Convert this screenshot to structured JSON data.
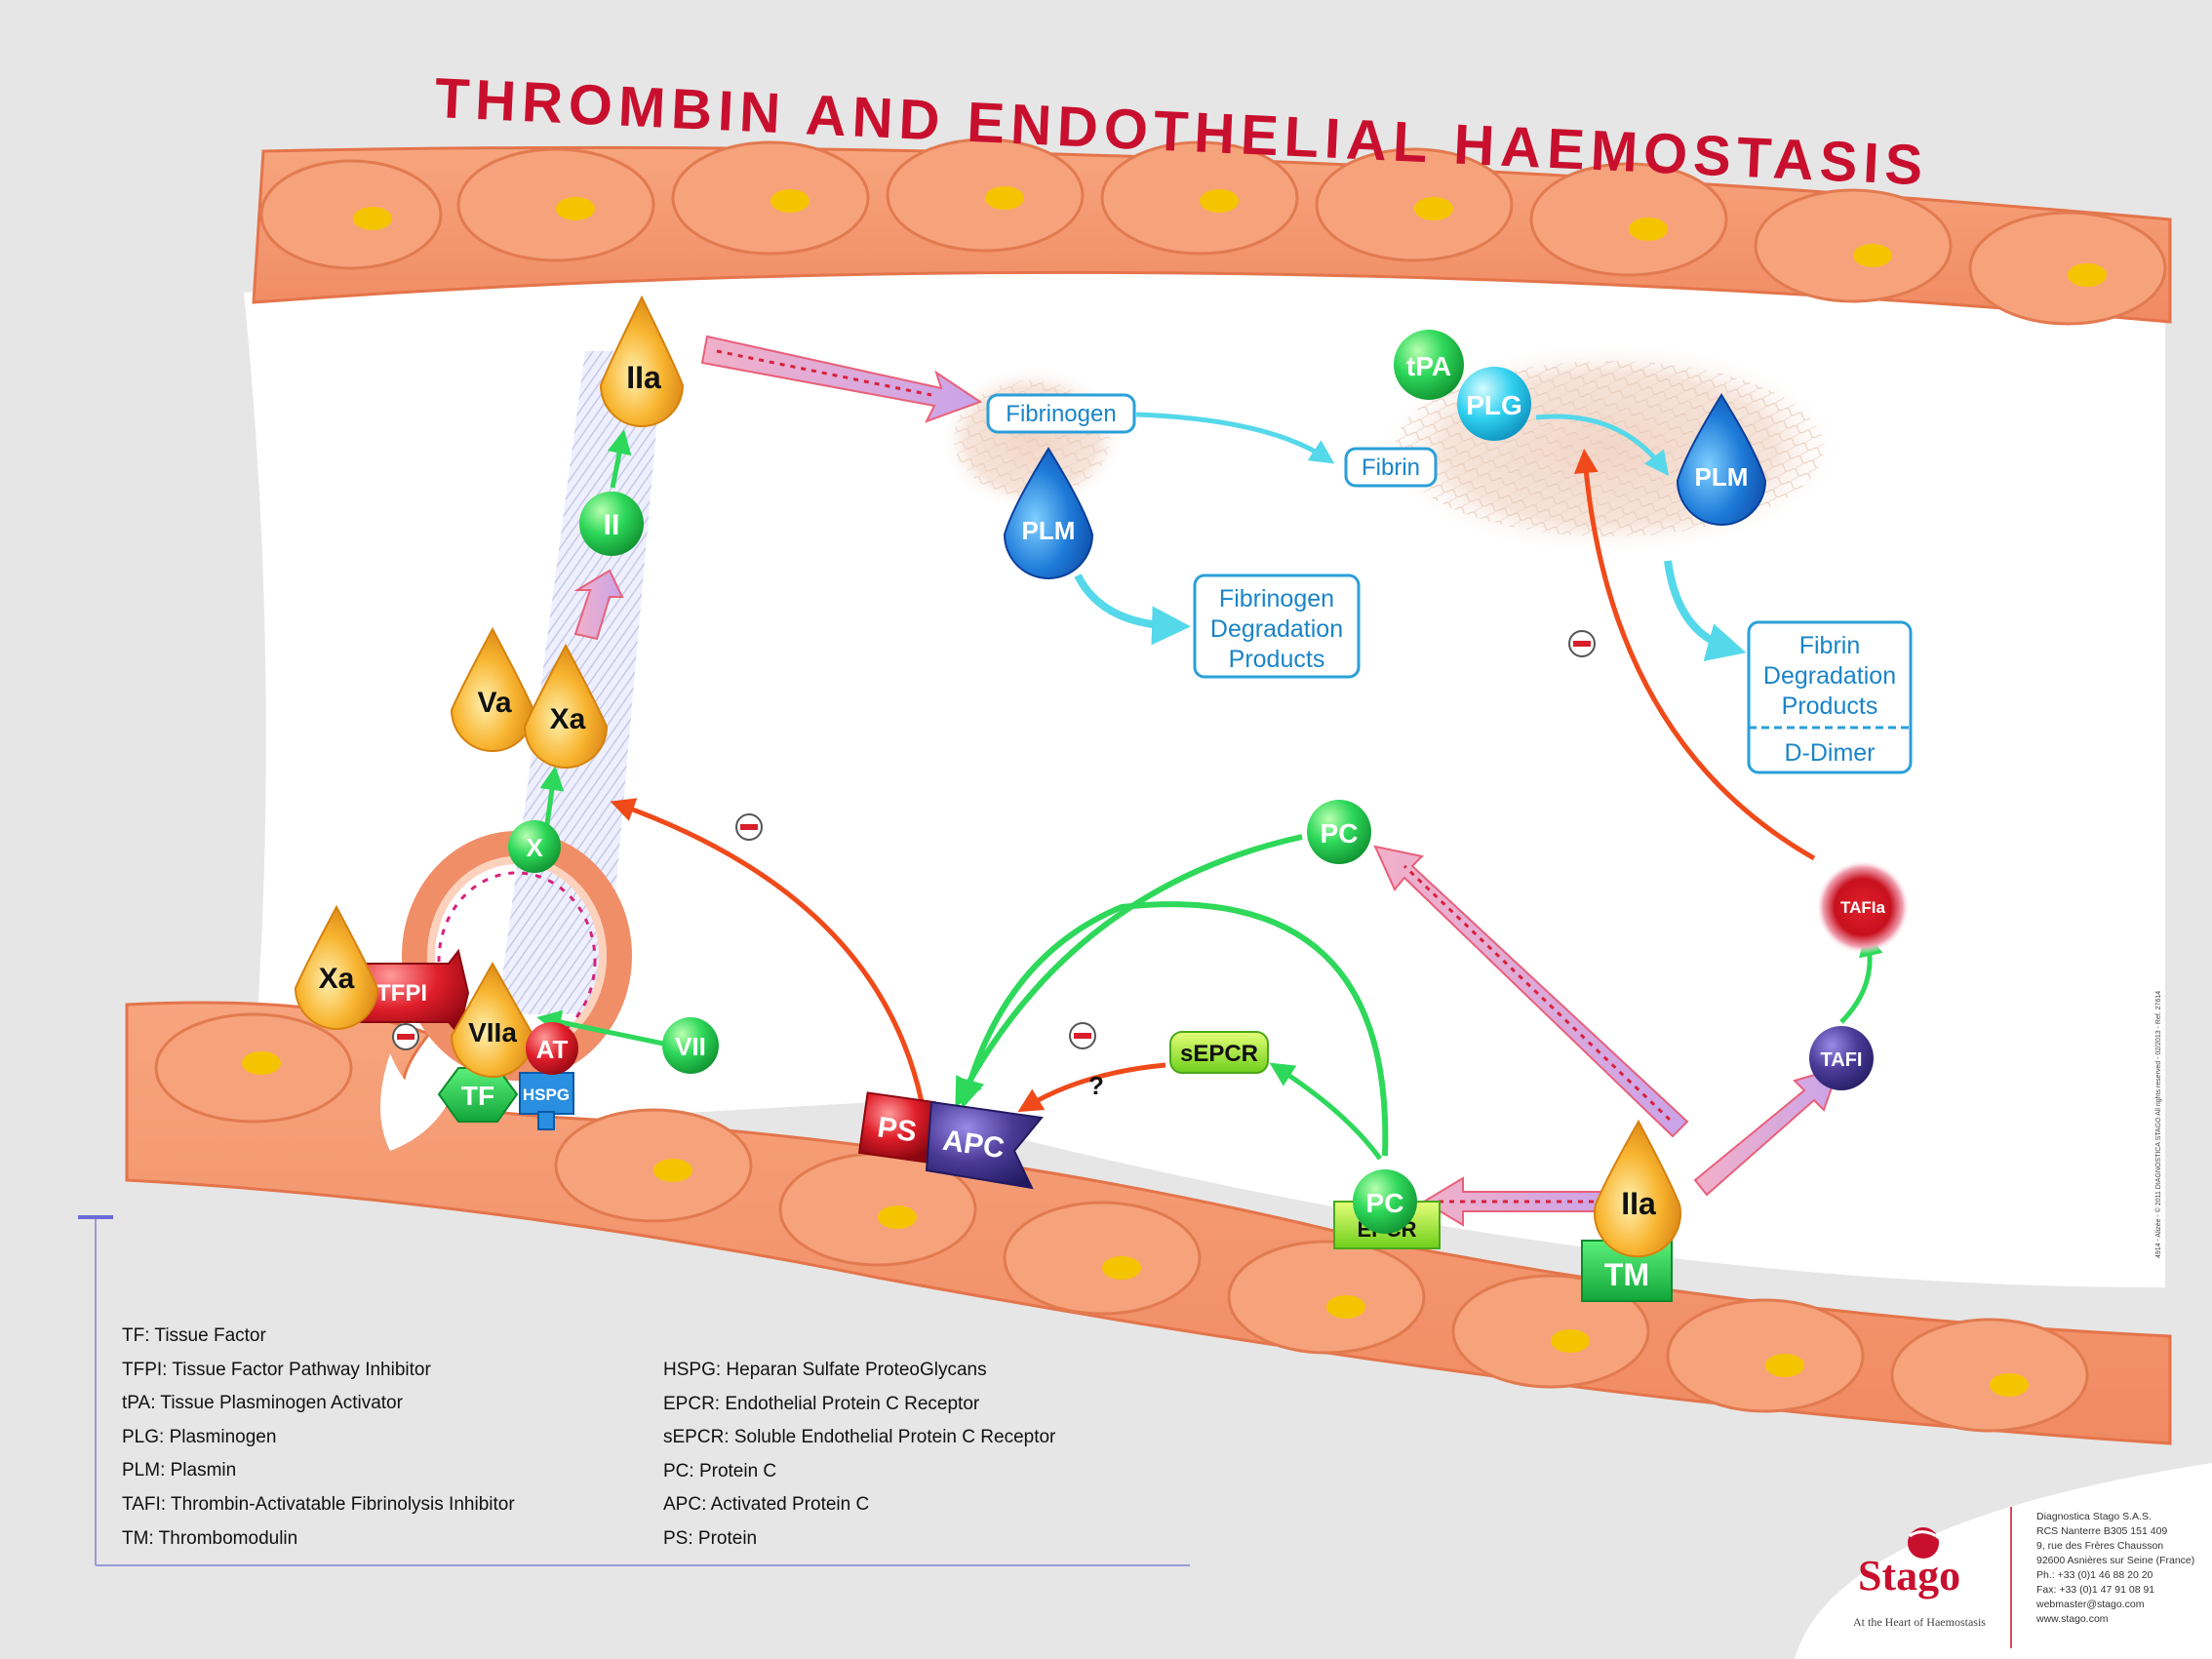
{
  "title": "THROMBIN AND ENDOTHELIAL HAEMOSTASIS",
  "nodes": {
    "iia_top": "IIa",
    "ii": "II",
    "va": "Va",
    "xa_cascade": "Xa",
    "x": "X",
    "xa_left": "Xa",
    "tfpi": "TFPI",
    "viia": "VIIa",
    "at": "AT",
    "vii": "VII",
    "tf": "TF",
    "hspg": "HSPG",
    "fibrinogen": "Fibrinogen",
    "fibrin": "Fibrin",
    "plm_left": "PLM",
    "plm_right": "PLM",
    "tpa": "tPA",
    "plg": "PLG",
    "fdp_fibrinogen": [
      "Fibrinogen",
      "Degradation",
      "Products"
    ],
    "fdp_fibrin": [
      "Fibrin",
      "Degradation",
      "Products"
    ],
    "ddimer": "D-Dimer",
    "pc_top": "PC",
    "pc_bottom": "PC",
    "epcr": "EPCR",
    "sepcr": "sEPCR",
    "ps": "PS",
    "apc": "APC",
    "iia_bottom": "IIa",
    "tm": "TM",
    "tafi": "TAFI",
    "tafia": "TAFIa",
    "question": "?"
  },
  "legend_left": [
    "TF: Tissue Factor",
    "TFPI: Tissue Factor Pathway Inhibitor",
    "tPA: Tissue Plasminogen Activator",
    "PLG: Plasminogen",
    "PLM: Plasmin",
    "TAFI: Thrombin-Activatable Fibrinolysis Inhibitor",
    "TM: Thrombomodulin"
  ],
  "legend_right": [
    "HSPG: Heparan Sulfate ProteoGlycans",
    "EPCR: Endothelial Protein C Receptor",
    "sEPCR: Soluble Endothelial Protein C Receptor",
    "PC: Protein C",
    "APC: Activated Protein C",
    "PS: Protein"
  ],
  "company": {
    "brand": "Stago",
    "tagline": "At the Heart of Haemostasis",
    "lines": [
      "Diagnostica Stago S.A.S.",
      "RCS Nanterre B305 151 409",
      "9, rue des Frères Chausson",
      "92600 Asnières sur Seine (France)",
      "Ph.: +33 (0)1 46 88 20 20",
      "Fax: +33 (0)1 47 91 08 91",
      "webmaster@stago.com",
      "www.stago.com"
    ]
  },
  "side_note": "4914 - Alizée - © 2011 DIAGNOSTICA STAGO All rights reserved - 02/2013 - Ref. 27614",
  "colors": {
    "title": "#c8102e",
    "cell": "#f5a27a",
    "nucleus": "#f5c400",
    "green": "#2ed85a",
    "blue_box": "#2a9fd8",
    "orange_drop": "#f5a623",
    "red": "#d81e2a",
    "purple": "#4a3a96",
    "cyan_arrow": "#55d8ea"
  }
}
